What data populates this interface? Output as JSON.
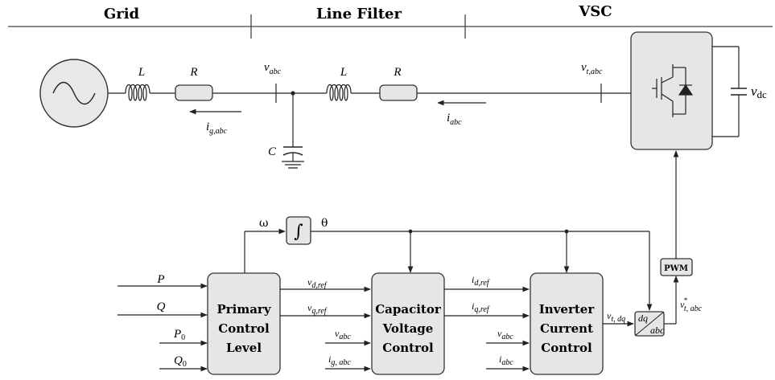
{
  "headers": {
    "grid": "Grid",
    "line_filter": "Line Filter",
    "vsc": "VSC"
  },
  "components": {
    "inductor_grid": "L",
    "resistor_grid": "R",
    "inductor_filter": "L",
    "resistor_filter": "R",
    "capacitor": "C"
  },
  "signals": {
    "v_abc": {
      "base": "v",
      "sub": "abc"
    },
    "v_t_abc": {
      "base": "v",
      "sub": "t,abc"
    },
    "i_g_abc": {
      "base": "i",
      "sub": "g,abc"
    },
    "i_abc": {
      "base": "i",
      "sub": "abc"
    },
    "v_dc": {
      "base": "v",
      "sub": "dc"
    },
    "omega": "ω",
    "theta": "θ",
    "integrator": "∫",
    "pwm": "PWM"
  },
  "inputs": {
    "P": "P",
    "Q": "Q",
    "P0": {
      "base": "P",
      "sub": "0"
    },
    "Q0": {
      "base": "Q",
      "sub": "0"
    }
  },
  "blocks": {
    "primary": [
      "Primary",
      "Control",
      "Level"
    ],
    "capacitor": [
      "Capacitor",
      "Voltage",
      "Control"
    ],
    "inverter": [
      "Inverter",
      "Current",
      "Control"
    ]
  },
  "edges": {
    "v_d_ref": {
      "base": "v",
      "sub": "d,ref"
    },
    "v_q_ref": {
      "base": "v",
      "sub": "q,ref"
    },
    "v_abc_in": {
      "base": "v",
      "sub": "abc"
    },
    "i_g_abc_in": {
      "base": "i",
      "sub": "g, abc"
    },
    "i_d_ref": {
      "base": "i",
      "sub": "d,ref"
    },
    "i_q_ref": {
      "base": "i",
      "sub": "q,ref"
    },
    "v_abc_in2": {
      "base": "v",
      "sub": "abc"
    },
    "i_abc_in": {
      "base": "i",
      "sub": "abc"
    },
    "v_t_dq": {
      "base": "v",
      "sub": "t, dq"
    },
    "v_t_abc_star": {
      "base": "v",
      "sub": "t, abc",
      "sup": "*"
    }
  },
  "transform": {
    "top": "dq",
    "bottom": "abc"
  }
}
